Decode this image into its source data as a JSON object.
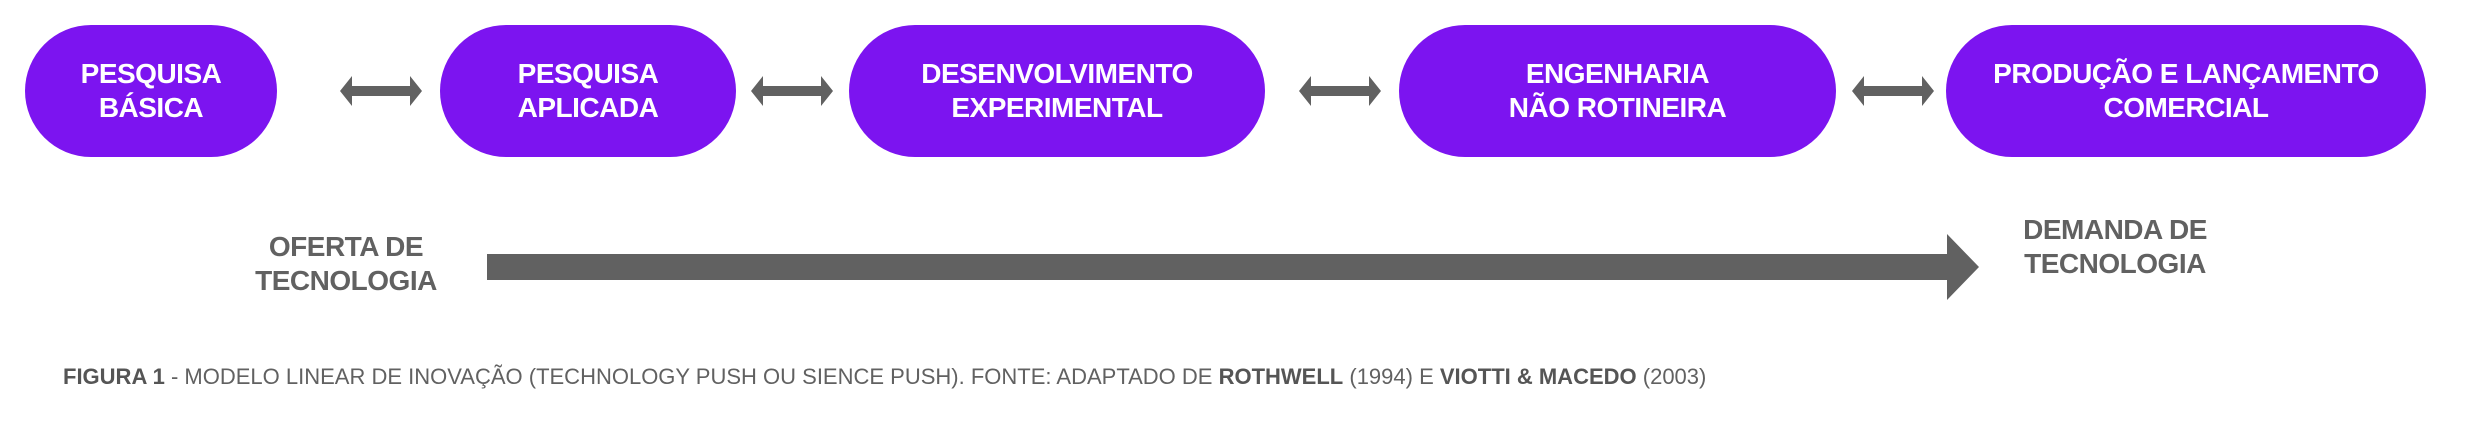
{
  "stages": [
    {
      "line1": "PESQUISA",
      "line2": "BÁSICA"
    },
    {
      "line1": "PESQUISA",
      "line2": "APLICADA"
    },
    {
      "line1": "DESENVOLVIMENTO",
      "line2": "EXPERIMENTAL"
    },
    {
      "line1": "ENGENHARIA",
      "line2": "NÃO ROTINEIRA"
    },
    {
      "line1": "PRODUÇÃO E LANÇAMENTO",
      "line2": "COMERCIAL"
    }
  ],
  "supply_label": {
    "line1": "OFERTA DE",
    "line2": "TECNOLOGIA"
  },
  "demand_label": {
    "line1": "DEMANDA DE",
    "line2": "TECNOLOGIA"
  },
  "caption": {
    "figure": "FIGURA 1",
    "text1": " - MODELO LINEAR DE INOVAÇÃO (TECHNOLOGY PUSH OU SIENCE PUSH). FONTE: ADAPTADO DE ",
    "author1": "ROTHWELL",
    "year1": " (1994) E ",
    "author2": "VIOTTI & MACEDO",
    "year2": " (2003)"
  },
  "colors": {
    "stage": "#7C14F0",
    "arrow": "#616161"
  }
}
